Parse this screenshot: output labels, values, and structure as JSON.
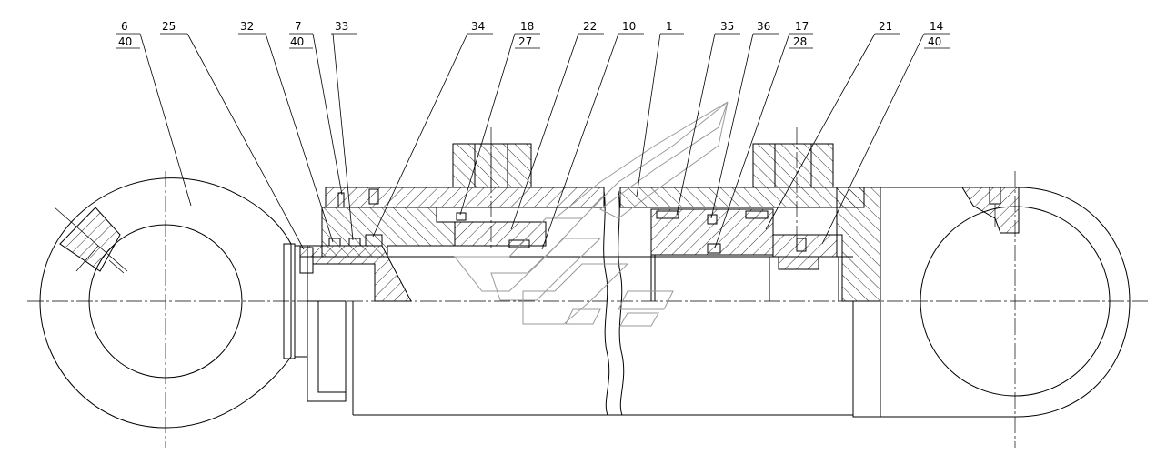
{
  "callouts": [
    {
      "id": "c6",
      "label": "6",
      "sub": "40"
    },
    {
      "id": "c25",
      "label": "25",
      "sub": ""
    },
    {
      "id": "c32",
      "label": "32",
      "sub": ""
    },
    {
      "id": "c7",
      "label": "7",
      "sub": "40"
    },
    {
      "id": "c33",
      "label": "33",
      "sub": ""
    },
    {
      "id": "c34",
      "label": "34",
      "sub": ""
    },
    {
      "id": "c18",
      "label": "18",
      "sub": "27"
    },
    {
      "id": "c22",
      "label": "22",
      "sub": ""
    },
    {
      "id": "c10",
      "label": "10",
      "sub": ""
    },
    {
      "id": "c1",
      "label": "1",
      "sub": ""
    },
    {
      "id": "c35",
      "label": "35",
      "sub": ""
    },
    {
      "id": "c36",
      "label": "36",
      "sub": ""
    },
    {
      "id": "c17",
      "label": "17",
      "sub": "28"
    },
    {
      "id": "c21",
      "label": "21",
      "sub": ""
    },
    {
      "id": "c14",
      "label": "14",
      "sub": "40"
    }
  ],
  "colors": {
    "line": "#000000",
    "background": "#ffffff",
    "watermark": "#9a9a9a"
  }
}
